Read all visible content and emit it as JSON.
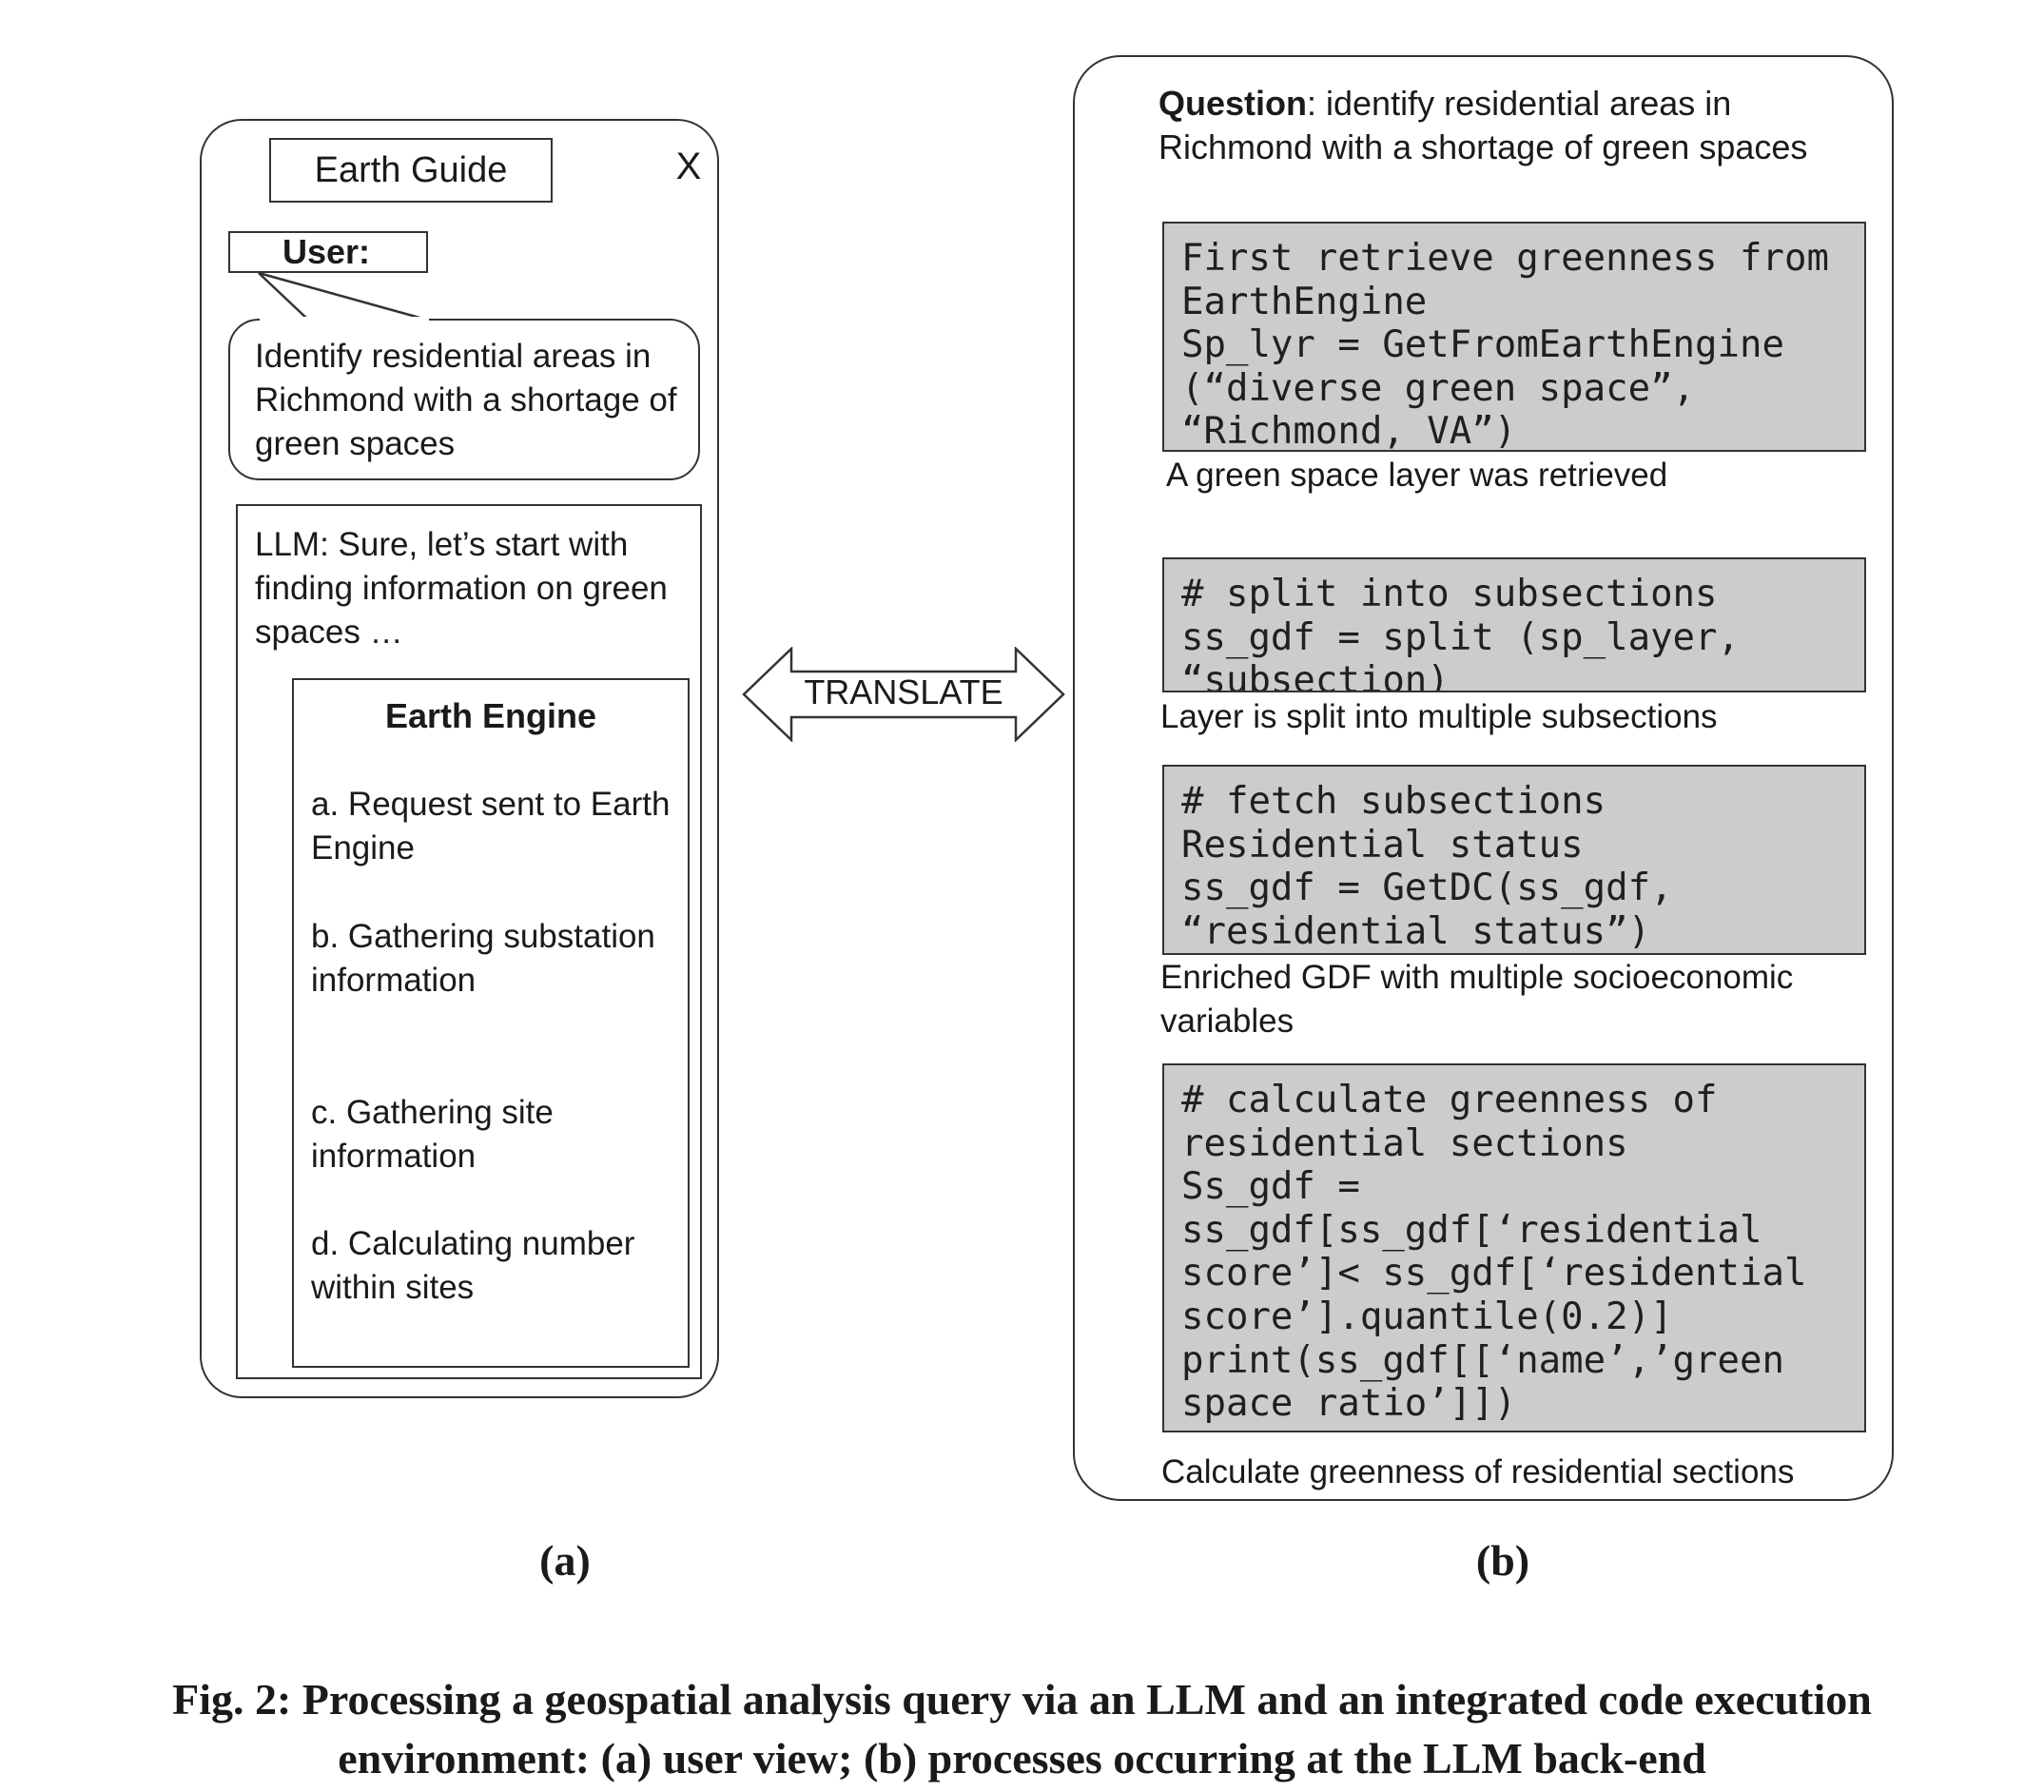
{
  "panel_a": {
    "app_title": "Earth Guide",
    "close_label": "X",
    "user_label": "User:",
    "user_message": "Identify residential areas in Richmond with a shortage of green spaces",
    "llm_reply": "LLM: Sure, let’s start with finding information on green spaces …",
    "earth_engine": {
      "title": "Earth Engine",
      "steps": [
        "a. Request sent to Earth Engine",
        "b. Gathering substation information",
        "c. Gathering site information",
        "d. Calculating number within sites"
      ]
    },
    "label": "(a)"
  },
  "arrow": {
    "label": "TRANSLATE"
  },
  "panel_b": {
    "question_label": "Question",
    "question_text": ": identify residential areas in Richmond with a shortage of green spaces",
    "blocks": [
      {
        "code": "First retrieve greenness from\nEarthEngine\nSp_lyr = GetFromEarthEngine\n(“diverse green space”,\n“Richmond, VA”)",
        "caption": "A green space layer was retrieved"
      },
      {
        "code": "# split into subsections\nss_gdf = split (sp_layer,\n“subsection)",
        "caption": "Layer is split into multiple subsections"
      },
      {
        "code": "# fetch subsections\nResidential status\nss_gdf = GetDC(ss_gdf,\n“residential status”)",
        "caption": "Enriched GDF with multiple socioeconomic variables"
      },
      {
        "code": "# calculate greenness of\nresidential sections\nSs_gdf =\nss_gdf[ss_gdf[‘residential\nscore’]< ss_gdf[‘residential\nscore’].quantile(0.2)]\nprint(ss_gdf[[‘name’,’green\nspace ratio’]])",
        "caption": "Calculate greenness of residential sections"
      }
    ],
    "label": "(b)"
  },
  "figure_caption": "Fig. 2: Processing a geospatial analysis query via an LLM and an integrated code execution environment: (a) user view; (b) processes occurring at the LLM back-end"
}
